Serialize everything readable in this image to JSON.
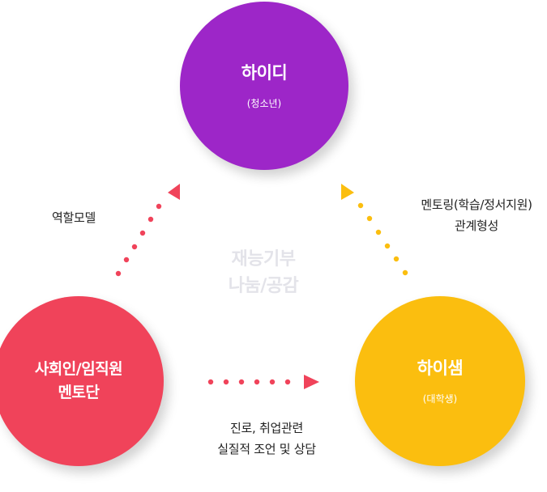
{
  "nodes": {
    "top": {
      "title": "하이디",
      "sub": "(청소년)",
      "color": "#9d26c8"
    },
    "left": {
      "title_line1": "사회인/임직원",
      "title_line2": "멘토단",
      "color": "#f0435a"
    },
    "right": {
      "title": "하이샘",
      "sub": "(대학생)",
      "color": "#fbbe0f"
    }
  },
  "center": {
    "line1": "재능기부",
    "line2": "나눔/공감"
  },
  "edges": {
    "left_to_top": {
      "label": "역할모델",
      "color": "#f0435a"
    },
    "right_to_top": {
      "label_line1": "멘토링(학습/정서지원)",
      "label_line2": "관계형성",
      "color": "#fbbe0f"
    },
    "left_to_right": {
      "label_line1": "진로, 취업관련",
      "label_line2": "실질적 조언 및 상담",
      "color": "#f0435a"
    }
  }
}
